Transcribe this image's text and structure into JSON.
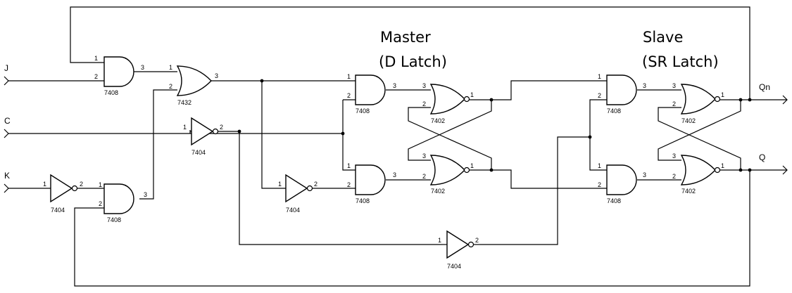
{
  "titles": {
    "master": "Master",
    "master_sub": "(D Latch)",
    "slave": "Slave",
    "slave_sub": "(SR Latch)"
  },
  "signals": {
    "j": "J",
    "c": "C",
    "k": "K",
    "qn": "Qn",
    "q": "Q"
  },
  "gates": {
    "and_j": {
      "part": "7408",
      "in1": "1",
      "in2": "2",
      "out": "3"
    },
    "or_j": {
      "part": "7432",
      "in1": "1",
      "in2": "2",
      "out": "3"
    },
    "not_c": {
      "part": "7404",
      "in": "1",
      "out": "2"
    },
    "not_k": {
      "part": "7404",
      "in": "1",
      "out": "2"
    },
    "and_k": {
      "part": "7408",
      "in1": "1",
      "in2": "2",
      "out": "3"
    },
    "not_d": {
      "part": "7404",
      "in": "1",
      "out": "2"
    },
    "m_and_top": {
      "part": "7408",
      "in1": "1",
      "in2": "2",
      "out": "3"
    },
    "m_and_bot": {
      "part": "7408",
      "in1": "1",
      "in2": "2",
      "out": "3"
    },
    "m_nor_top": {
      "part": "7402",
      "in1": "3",
      "in2": "2",
      "out": "1"
    },
    "m_nor_bot": {
      "part": "7402",
      "in1": "3",
      "in2": "2",
      "out": "1"
    },
    "not_clk2": {
      "part": "7404",
      "in": "1",
      "out": "2"
    },
    "s_and_top": {
      "part": "7408",
      "in1": "1",
      "in2": "2",
      "out": "3"
    },
    "s_and_bot": {
      "part": "7408",
      "in1": "1",
      "in2": "2",
      "out": "3"
    },
    "s_nor_top": {
      "part": "7402",
      "in1": "3",
      "in2": "2",
      "out": "1"
    },
    "s_nor_bot": {
      "part": "7402",
      "in1": "3",
      "in2": "2",
      "out": "1"
    }
  }
}
